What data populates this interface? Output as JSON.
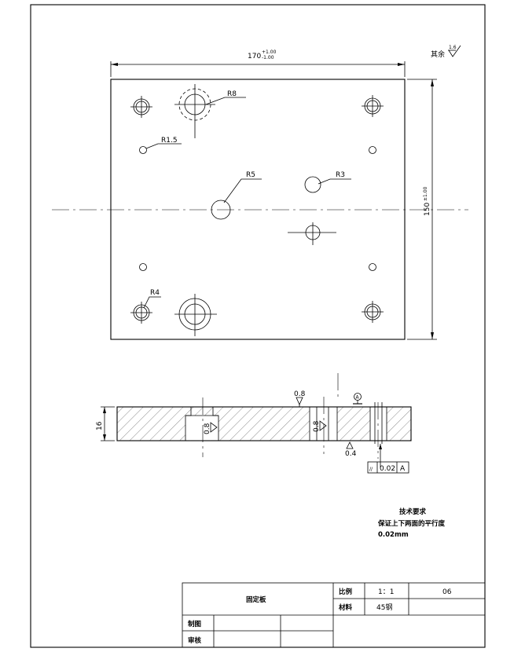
{
  "dimensions": {
    "width_value": "170",
    "width_tol_upper": "+1.00",
    "width_tol_lower": "-1.00",
    "height_value": "150",
    "height_tol": "±1.00",
    "thickness": "16"
  },
  "radius_labels": {
    "r8": "R8",
    "r1_5": "R1.5",
    "r5": "R5",
    "r3": "R3",
    "r4": "R4"
  },
  "surface_finish": {
    "other_label": "其余",
    "other_value": "1.6",
    "section_top": "0.8",
    "section_slot": "0.8",
    "section_bore": "0.8",
    "section_bottom": "0.4"
  },
  "tolerance_frame": {
    "symbol": "//",
    "value": "0.02",
    "datum": "A"
  },
  "datum_label": "A",
  "tech_requirements": {
    "title": "技术要求",
    "line1": "保证上下两面的平行度",
    "line2": "0.02mm"
  },
  "title_block": {
    "part_name": "固定板",
    "scale_label": "比例",
    "scale_value": "1：1",
    "drawing_no": "06",
    "material_label": "材料",
    "material_value": "45钢",
    "drawn_label": "制图",
    "checked_label": "审核"
  }
}
